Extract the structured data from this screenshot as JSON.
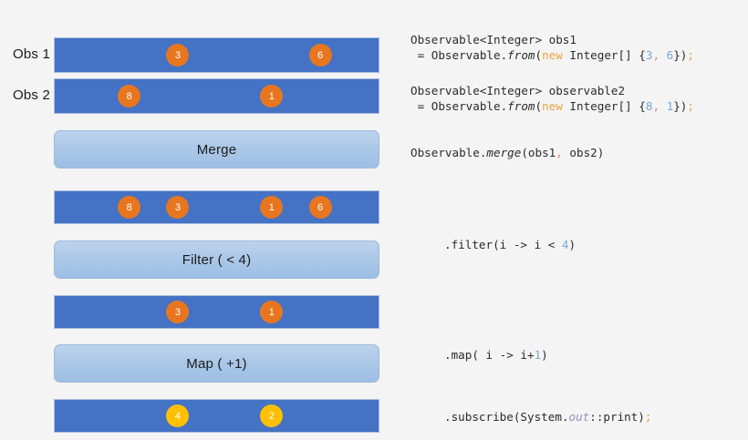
{
  "diagram": {
    "title": "RxJava merge / filter / map marble diagram",
    "colors": {
      "background": "#f4f4f4",
      "stream_bar": "#4472c4",
      "stream_border": "#a8bce0",
      "operator_box_top": "#bcd3ec",
      "operator_box_bottom": "#9dbfe4",
      "marble_orange": "#e8761f",
      "marble_yellow": "#ffc000",
      "code_keyword": "#e8a33d",
      "code_number": "#74a9d8",
      "code_field": "#9b8fbf",
      "code_text": "#2b2b2b"
    },
    "rows": [
      {
        "kind": "stream",
        "label": "Obs 1",
        "marbles": [
          {
            "value": "3",
            "color": "orange",
            "pos_pct": 38
          },
          {
            "value": "6",
            "color": "orange",
            "pos_pct": 82
          }
        ]
      },
      {
        "kind": "stream",
        "label": "Obs 2",
        "marbles": [
          {
            "value": "8",
            "color": "orange",
            "pos_pct": 23
          },
          {
            "value": "1",
            "color": "orange",
            "pos_pct": 67
          }
        ]
      },
      {
        "kind": "operator",
        "label": "Merge"
      },
      {
        "kind": "stream",
        "label": "",
        "marbles": [
          {
            "value": "8",
            "color": "orange",
            "pos_pct": 23
          },
          {
            "value": "3",
            "color": "orange",
            "pos_pct": 38
          },
          {
            "value": "1",
            "color": "orange",
            "pos_pct": 67
          },
          {
            "value": "6",
            "color": "orange",
            "pos_pct": 82
          }
        ]
      },
      {
        "kind": "operator",
        "label": "Filter ( < 4)"
      },
      {
        "kind": "stream",
        "label": "",
        "marbles": [
          {
            "value": "3",
            "color": "orange",
            "pos_pct": 38
          },
          {
            "value": "1",
            "color": "orange",
            "pos_pct": 67
          }
        ]
      },
      {
        "kind": "operator",
        "label": "Map ( +1)"
      },
      {
        "kind": "stream",
        "label": "",
        "marbles": [
          {
            "value": "4",
            "color": "yellow",
            "pos_pct": 38
          },
          {
            "value": "2",
            "color": "yellow",
            "pos_pct": 67
          }
        ]
      }
    ]
  },
  "code": {
    "obs1": {
      "line1": "Observable<Integer> obs1",
      "line2_a": " = Observable.",
      "line2_method": "from",
      "line2_b": "(",
      "line2_kw": "new",
      "line2_c": " Integer[] {",
      "line2_n1": "3",
      "line2_comma": ",",
      "line2_d": " ",
      "line2_n2": "6",
      "line2_e": "})",
      "line2_semi": ";"
    },
    "obs2": {
      "line1": "Observable<Integer> observable2",
      "line2_a": " = Observable.",
      "line2_method": "from",
      "line2_b": "(",
      "line2_kw": "new",
      "line2_c": " Integer[] {",
      "line2_n1": "8",
      "line2_comma": ",",
      "line2_d": " ",
      "line2_n2": "1",
      "line2_e": "})",
      "line2_semi": ";"
    },
    "merge": {
      "a": "Observable.",
      "method": "merge",
      "b": "(obs1",
      "comma": ",",
      "c": " obs2)"
    },
    "filter": {
      "a": ".filter(i -> i < ",
      "num": "4",
      "b": ")"
    },
    "map": {
      "a": ".map( i -> i+",
      "num": "1",
      "b": ")"
    },
    "subscribe": {
      "a": ".subscribe(System.",
      "field": "out",
      "b": "::print)",
      "semi": ";"
    }
  }
}
